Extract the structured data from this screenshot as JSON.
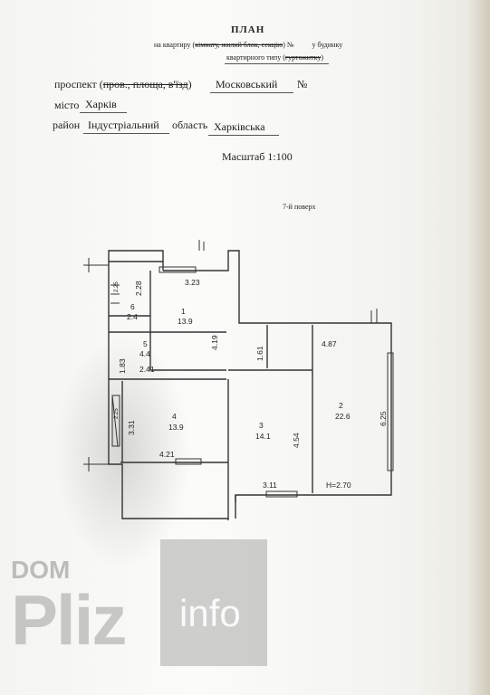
{
  "header": {
    "title": "ПЛАН",
    "sub_prefix": "на квартиру (",
    "sub_struck": "кімнату, жилий блок, секцію",
    "sub_suffix": ") №",
    "sub_tail": "у будинку",
    "sub2_prefix": "квартирного типу (",
    "sub2_struck": "гуртожитку",
    "sub2_suffix": ")"
  },
  "fields": {
    "street_label_prefix": "проспект (",
    "street_label_struck": "пров., площа, в'їзд",
    "street_label_suffix": ")",
    "street_value": "Московський",
    "number_label": "№",
    "city_label": "місто",
    "city_value": "Харків",
    "district_label": "район",
    "district_value": "Індустріальний",
    "region_label": "область",
    "region_value": "Харківська"
  },
  "scale": "Масштаб 1:100",
  "floor": "7-й поверх",
  "plan": {
    "rooms": [
      {
        "number": "1",
        "area": "13.9"
      },
      {
        "number": "2",
        "area": "22.6"
      },
      {
        "number": "3",
        "area": "14.1"
      },
      {
        "number": "4",
        "area": "13.9"
      },
      {
        "number": "5",
        "area": "4.4"
      },
      {
        "number": "6",
        "area": "2.4"
      }
    ],
    "dimensions": [
      "3.23",
      "2.28",
      "4.19",
      "1.83",
      "2.41",
      "1.61",
      "4.87",
      "6.25",
      "3.31",
      "4.54",
      "4.21",
      "3.11"
    ],
    "height": "H=2.70",
    "balcony_marks": [
      "2.25",
      "2.25"
    ]
  },
  "watermark": {
    "top": "DOM",
    "main": "Pliz",
    "box": "info"
  }
}
